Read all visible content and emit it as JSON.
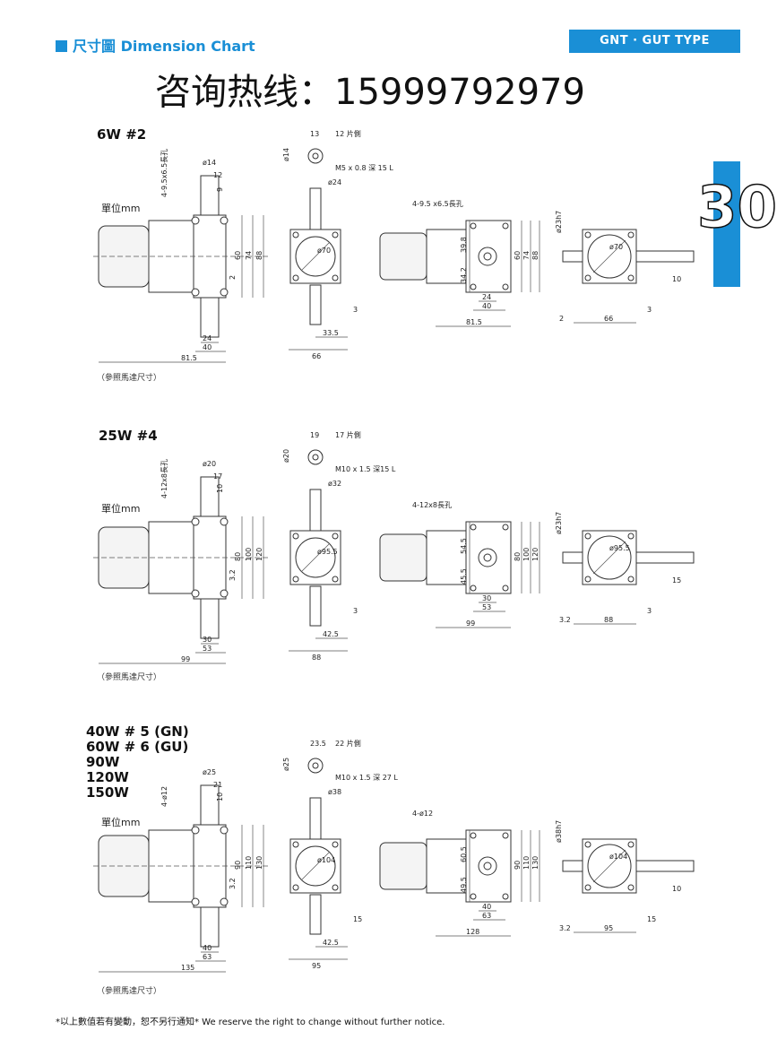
{
  "header": {
    "section_label": "尺寸圖 Dimension Chart",
    "type_tab": "GNT · GUT TYPE",
    "hotline": "咨询热线：15999792979",
    "page_number": "30"
  },
  "sections": [
    {
      "title_lines": [
        "6W    #2"
      ],
      "unit": "單位mm",
      "ref": "（參照馬達尺寸）",
      "notes": {
        "holes": "4-9.5x6.5長孔",
        "shaft_note": "M5 x 0.8 深 15 L",
        "side": "12 片側",
        "front_holes": "4-9.5 x6.5長孔"
      },
      "dims": [
        "ø14",
        "12",
        "9",
        "60",
        "74",
        "88",
        "2",
        "24",
        "40",
        "81.5",
        "13",
        "ø14",
        "ø24",
        "ø70",
        "3",
        "33.5",
        "66",
        "39.8",
        "34.2",
        "60",
        "74",
        "88",
        "24",
        "40",
        "81.5",
        "ø23h7",
        "ø70",
        "10",
        "3",
        "2",
        "66"
      ]
    },
    {
      "title_lines": [
        "25W    #4"
      ],
      "unit": "單位mm",
      "ref": "（參照馬達尺寸）",
      "notes": {
        "holes": "4-12x8長孔",
        "shaft_note": "M10 x 1.5 深15 L",
        "side": "17 片側",
        "front_holes": "4-12x8長孔"
      },
      "dims": [
        "ø20",
        "17",
        "10",
        "80",
        "100",
        "120",
        "3.2",
        "30",
        "53",
        "99",
        "19",
        "ø20",
        "ø32",
        "ø95.5",
        "3",
        "42.5",
        "88",
        "54.5",
        "45.5",
        "80",
        "100",
        "120",
        "30",
        "53",
        "99",
        "ø23h7",
        "ø95.5",
        "15",
        "3",
        "3.2",
        "88"
      ]
    },
    {
      "title_lines": [
        "40W   # 5 (GN)",
        "60W   # 6 (GU)",
        "90W",
        "120W",
        "150W"
      ],
      "unit": "單位mm",
      "ref": "（參照馬達尺寸）",
      "notes": {
        "holes": "4-ø12",
        "shaft_note": "M10 x 1.5 深 27 L",
        "side": "22 片側",
        "front_holes": "4-ø12"
      },
      "dims": [
        "ø25",
        "21",
        "10",
        "90",
        "110",
        "130",
        "3.2",
        "40",
        "63",
        "135",
        "23.5",
        "ø25",
        "ø38",
        "ø104",
        "15",
        "42.5",
        "95",
        "60.5",
        "49.5",
        "90",
        "110",
        "130",
        "40",
        "63",
        "128",
        "ø38h7",
        "ø104",
        "10",
        "15",
        "3.2",
        "95"
      ]
    }
  ],
  "footer": "*以上數值若有變動，恕不另行通知*   We reserve the right to change without further notice.",
  "colors": {
    "accent": "#1a8fd6",
    "line": "#333333",
    "dim": "#555555"
  }
}
